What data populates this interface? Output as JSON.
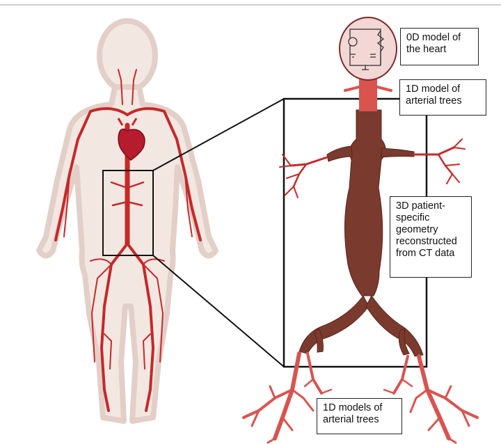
{
  "labels": {
    "heart_0d": "0D model of\nthe heart",
    "arterial_1d_top": "1D model of\narterial trees",
    "geometry_3d": "3D patient-\nspecific\ngeometry\nreconstructed\nfrom CT data",
    "arterial_1d_bottom": "1D models of\narterial trees"
  },
  "colors": {
    "artery": "#c62828",
    "artery_light": "#d9534f",
    "aorta_3d": "#7b3a2e",
    "heart": "#b71c2e",
    "silhouette": "#e8d8d0",
    "circuit_fill": "#f2d7d5"
  },
  "icons": {
    "body": "human-body-silhouette-icon",
    "heart": "heart-icon",
    "circuit": "rc-circuit-icon"
  }
}
